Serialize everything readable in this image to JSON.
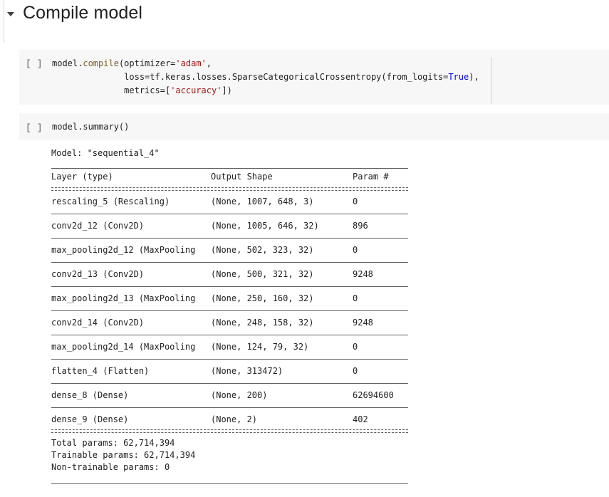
{
  "section": {
    "title": "Compile model"
  },
  "cell1": {
    "run_label": "[ ]",
    "lines": [
      {
        "indent": "",
        "pre": "model.",
        "method": "compile",
        "mid": "(optimizer=",
        "str": "'adam'",
        "post": ","
      },
      {
        "indent": "              ",
        "pre": "loss=tf.keras.losses.SparseCategoricalCrossentropy(from_logits=",
        "kw": "True",
        "post": "),"
      },
      {
        "indent": "              ",
        "pre": "metrics=[",
        "str": "'accuracy'",
        "post": "])"
      }
    ]
  },
  "cell2": {
    "run_label": "[ ]",
    "code": "model.summary()"
  },
  "summary": {
    "model_line": "Model: \"sequential_4\"",
    "headers": {
      "layer": "Layer (type)",
      "shape": "Output Shape",
      "param": "Param #"
    },
    "rows": [
      {
        "layer": "rescaling_5 (Rescaling)",
        "shape": "(None, 1007, 648, 3)",
        "param": "0"
      },
      {
        "layer": "conv2d_12 (Conv2D)",
        "shape": "(None, 1005, 646, 32)",
        "param": "896"
      },
      {
        "layer": "max_pooling2d_12 (MaxPooling",
        "shape": "(None, 502, 323, 32)",
        "param": "0"
      },
      {
        "layer": "conv2d_13 (Conv2D)",
        "shape": "(None, 500, 321, 32)",
        "param": "9248"
      },
      {
        "layer": "max_pooling2d_13 (MaxPooling",
        "shape": "(None, 250, 160, 32)",
        "param": "0"
      },
      {
        "layer": "conv2d_14 (Conv2D)",
        "shape": "(None, 248, 158, 32)",
        "param": "9248"
      },
      {
        "layer": "max_pooling2d_14 (MaxPooling",
        "shape": "(None, 124, 79, 32)",
        "param": "0"
      },
      {
        "layer": "flatten_4 (Flatten)",
        "shape": "(None, 313472)",
        "param": "0"
      },
      {
        "layer": "dense_8 (Dense)",
        "shape": "(None, 200)",
        "param": "62694600"
      },
      {
        "layer": "dense_9 (Dense)",
        "shape": "(None, 2)",
        "param": "402"
      }
    ],
    "total": "Total params: 62,714,394",
    "trainable": "Trainable params: 62,714,394",
    "non_trainable": "Non-trainable params: 0"
  }
}
